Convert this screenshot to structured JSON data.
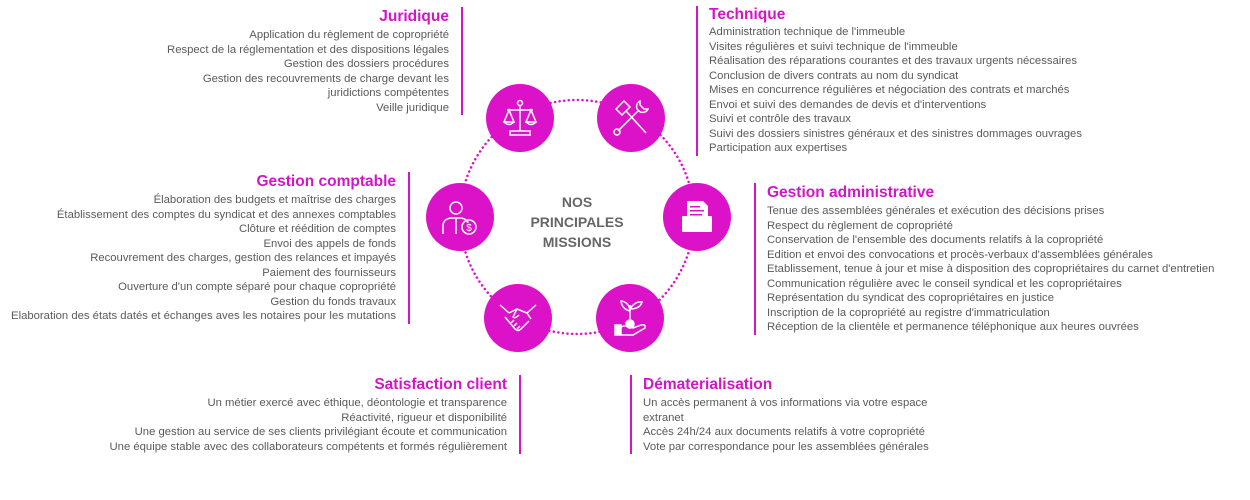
{
  "center_title": [
    "NOS",
    "PRINCIPALES",
    "MISSIONS"
  ],
  "colors": {
    "accent": "#d414c9",
    "text": "#5a5a5a"
  },
  "sections": {
    "juridique": {
      "title": "Juridique",
      "icon": "scales-icon",
      "items": [
        "Application du règlement de copropriété",
        "Respect de la réglementation et des dispositions légales",
        "Gestion des dossiers procédures",
        "Gestion des recouvrements de charge devant les juridictions compétentes",
        "Veille juridique"
      ]
    },
    "technique": {
      "title": "Technique",
      "icon": "tools-icon",
      "items": [
        "Administration technique de l'immeuble",
        "Visites régulières et suivi technique de l'immeuble",
        "Réalisation des réparations courantes et des travaux urgents nécessaires",
        "Conclusion de divers contrats au nom du syndicat",
        "Mises en concurrence régulières et négociation des contrats et marchés",
        "Envoi et suivi des demandes de devis et d'interventions",
        "Suivi et contrôle des travaux",
        "Suivi des dossiers sinistres généraux et des sinistres dommages ouvrages",
        "Participation aux expertises"
      ]
    },
    "comptable": {
      "title": "Gestion comptable",
      "icon": "accountant-icon",
      "items": [
        "Élaboration des budgets et maîtrise des charges",
        "Établissement des comptes du syndicat et des annexes comptables",
        "Clôture et réédition de comptes",
        "Envoi des appels de fonds",
        "Recouvrement des charges, gestion des relances et impayés",
        "Paiement des fournisseurs",
        "Ouverture d'un compte séparé pour chaque copropriété",
        "Gestion du fonds travaux",
        "Elaboration des états datés et échanges aves les notaires pour les mutations"
      ]
    },
    "administrative": {
      "title": "Gestion administrative",
      "icon": "folder-icon",
      "items": [
        "Tenue des assemblées générales et exécution des décisions prises",
        "Respect du règlement de copropriété",
        "Conservation de l'ensemble des documents relatifs à la copropriété",
        "Edition et envoi des convocations et procès-verbaux d'assemblées générales",
        "Etablissement, tenue à jour et mise à disposition des copropriétaires du carnet d'entretien",
        "Communication régulière avec le conseil syndical et les copropriétaires",
        "Représentation du syndicat des copropriétaires en justice",
        "Inscription de la copropriété au registre d'immatriculation",
        "Réception de la clientèle et permanence téléphonique aux heures ouvrées"
      ]
    },
    "satisfaction": {
      "title": "Satisfaction client",
      "icon": "handshake-icon",
      "items": [
        "Un métier exercé avec éthique, déontologie et transparence",
        "Réactivité, rigueur  et disponibilité",
        "Une gestion au service de ses clients privilégiant écoute et communication",
        "Une équipe stable avec des collaborateurs compétents et formés régulièrement"
      ]
    },
    "dematerialisation": {
      "title": "Dématerialisation",
      "icon": "plant-hand-icon",
      "items": [
        "Un accès permanent à vos informations via votre espace extranet",
        "Accès 24h/24 aux documents relatifs à votre copropriété",
        "Vote par correspondance pour les assemblées générales"
      ]
    }
  }
}
